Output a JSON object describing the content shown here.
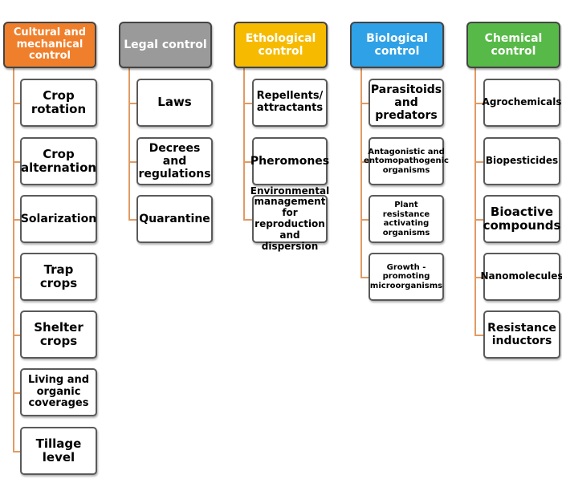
{
  "columns": [
    {
      "id": "cultural",
      "title": "Cultural and mechanical control",
      "color": "#f07f2b",
      "items": [
        "Crop rotation",
        "Crop alternation",
        "Solarization",
        "Trap crops",
        "Shelter crops",
        "Living and organic coverages",
        "Tillage level"
      ]
    },
    {
      "id": "legal",
      "title": "Legal control",
      "color": "#9a9a9a",
      "items": [
        "Laws",
        "Decrees and regulations",
        "Quarantine"
      ]
    },
    {
      "id": "ethological",
      "title": "Ethological control",
      "color": "#f6bb00",
      "items": [
        "Repellents/ attractants",
        "Pheromones",
        "Environmental management for reproduction and dispersion"
      ]
    },
    {
      "id": "biological",
      "title": "Biological control",
      "color": "#2fa1e6",
      "items": [
        "Parasitoids and predators",
        "Antagonistic and entomopathogenic organisms",
        "Plant resistance activating organisms",
        "Growth - promoting microorganisms"
      ]
    },
    {
      "id": "chemical",
      "title": "Chemical control",
      "color": "#57b947",
      "items": [
        "Agrochemicals",
        "Biopesticides",
        "Bioactive compounds",
        "Nanomolecules",
        "Resistance inductors"
      ]
    }
  ]
}
